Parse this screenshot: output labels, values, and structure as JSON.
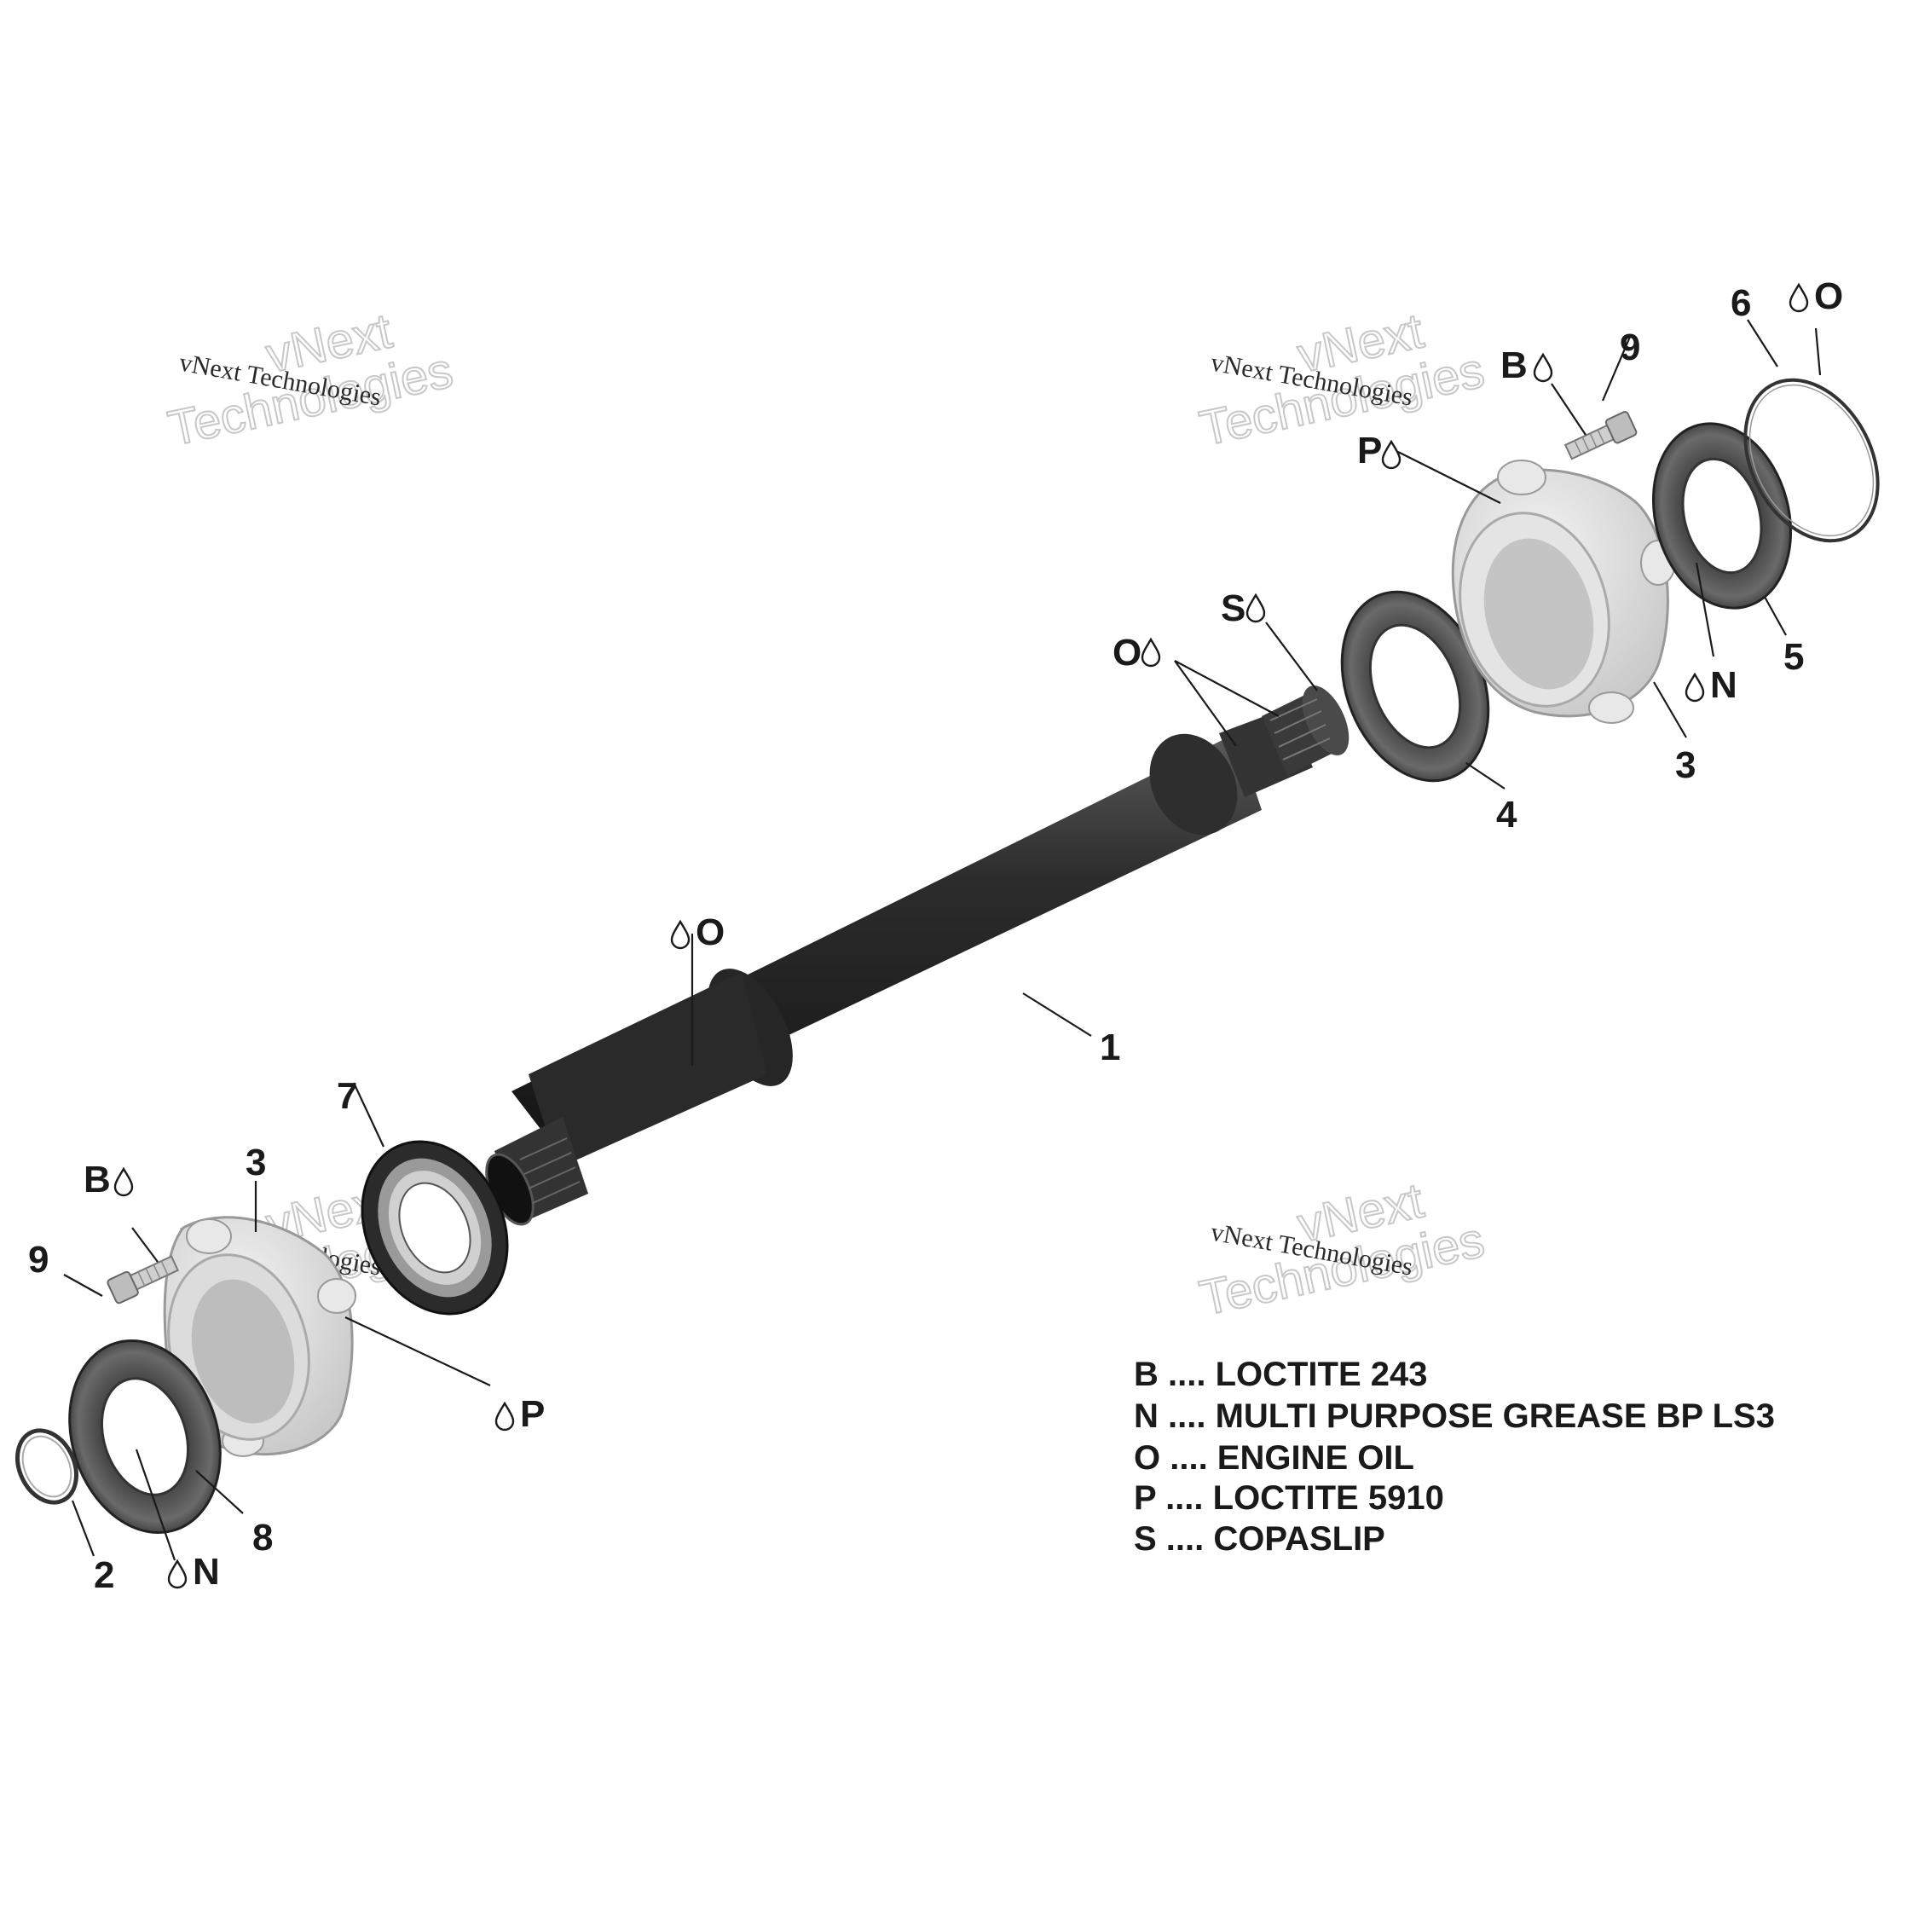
{
  "callouts": {
    "shaft": "1",
    "circlip": "2",
    "bearing_housing": "3",
    "oil_seal_right": "4",
    "oil_seal_outer_right": "5",
    "o_ring": "6",
    "ball_bearing": "7",
    "oil_seal_left": "8",
    "screw": "9"
  },
  "codes": {
    "B": "B",
    "N": "N",
    "O": "O",
    "P": "P",
    "S": "S"
  },
  "watermark": {
    "small": "vNext Technologies",
    "big_line1": "vNext",
    "big_line2": "Technologies"
  },
  "legend": [
    {
      "code": "B",
      "text": "B .... LOCTITE 243"
    },
    {
      "code": "N",
      "text": "N .... MULTI PURPOSE GREASE BP LS3"
    },
    {
      "code": "O",
      "text": "O .... ENGINE OIL"
    },
    {
      "code": "P",
      "text": "P .... LOCTITE 5910"
    },
    {
      "code": "S",
      "text": "S .... COPASLIP"
    }
  ]
}
